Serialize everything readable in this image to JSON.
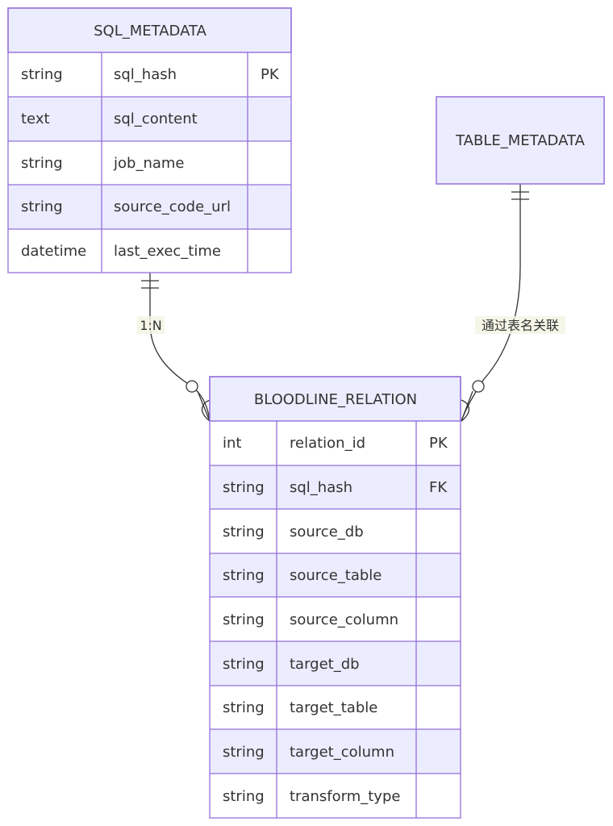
{
  "entities": {
    "sql_metadata": {
      "name": "SQL_METADATA",
      "attributes": [
        {
          "type": "string",
          "name": "sql_hash",
          "key": "PK"
        },
        {
          "type": "text",
          "name": "sql_content",
          "key": ""
        },
        {
          "type": "string",
          "name": "job_name",
          "key": ""
        },
        {
          "type": "string",
          "name": "source_code_url",
          "key": ""
        },
        {
          "type": "datetime",
          "name": "last_exec_time",
          "key": ""
        }
      ]
    },
    "table_metadata": {
      "name": "TABLE_METADATA",
      "attributes": []
    },
    "bloodline_relation": {
      "name": "BLOODLINE_RELATION",
      "attributes": [
        {
          "type": "int",
          "name": "relation_id",
          "key": "PK"
        },
        {
          "type": "string",
          "name": "sql_hash",
          "key": "FK"
        },
        {
          "type": "string",
          "name": "source_db",
          "key": ""
        },
        {
          "type": "string",
          "name": "source_table",
          "key": ""
        },
        {
          "type": "string",
          "name": "source_column",
          "key": ""
        },
        {
          "type": "string",
          "name": "target_db",
          "key": ""
        },
        {
          "type": "string",
          "name": "target_table",
          "key": ""
        },
        {
          "type": "string",
          "name": "target_column",
          "key": ""
        },
        {
          "type": "string",
          "name": "transform_type",
          "key": ""
        }
      ]
    }
  },
  "relationships": [
    {
      "from": "SQL_METADATA",
      "to": "BLOODLINE_RELATION",
      "from_cardinality": "exactly-one",
      "to_cardinality": "zero-or-more",
      "label": "1:N"
    },
    {
      "from": "TABLE_METADATA",
      "to": "BLOODLINE_RELATION",
      "from_cardinality": "exactly-one",
      "to_cardinality": "zero-or-more",
      "label": "通过表名关联"
    }
  ],
  "colors": {
    "entity_fill": "#ECECFF",
    "entity_border": "#9370DB",
    "row_alt_fill": "#ffffff",
    "text": "#333333",
    "line": "#333333",
    "label_background": "#f4f4e4"
  }
}
